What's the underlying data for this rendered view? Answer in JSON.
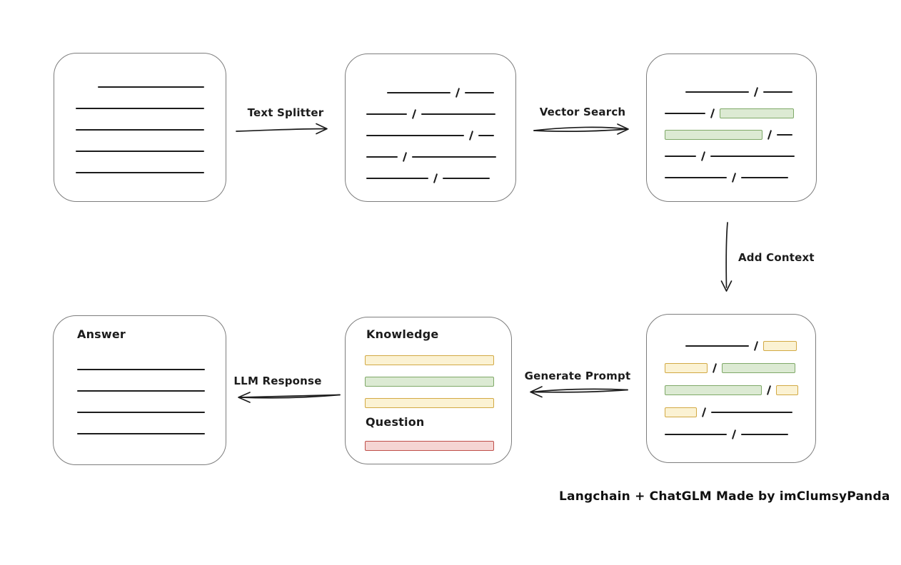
{
  "caption": "Langchain + ChatGLM Made by imClumsyPanda",
  "colors": {
    "ink": "#1c1c1c",
    "box_border": "#7d7d7d",
    "green_fill": "#dcead3",
    "green_border": "#7fa968",
    "yellow_fill": "#fbf2d3",
    "yellow_border": "#d2a944",
    "red_fill": "#f5d5d3",
    "red_border": "#bf504b"
  },
  "arrows": {
    "text_splitter": {
      "label": "Text Splitter",
      "direction": "right"
    },
    "vector_search": {
      "label": "Vector Search",
      "direction": "right"
    },
    "add_context": {
      "label": "Add Context",
      "direction": "down"
    },
    "generate_prompt": {
      "label": "Generate Prompt",
      "direction": "left"
    },
    "llm_response": {
      "label": "LLM Response",
      "direction": "left"
    }
  },
  "nodes": {
    "document": {
      "rows": [
        {
          "indent": 31,
          "segs": [
            {
              "t": "line",
              "w": 149
            }
          ]
        },
        {
          "segs": [
            {
              "t": "line",
              "w": 180
            }
          ]
        },
        {
          "segs": [
            {
              "t": "line",
              "w": 180
            }
          ]
        },
        {
          "segs": [
            {
              "t": "line",
              "w": 180
            }
          ]
        },
        {
          "segs": [
            {
              "t": "line",
              "w": 180
            }
          ]
        }
      ]
    },
    "chunks": {
      "rows": [
        {
          "indent": 29,
          "segs": [
            {
              "t": "line",
              "w": 89
            },
            {
              "t": "line",
              "w": 41
            }
          ]
        },
        {
          "segs": [
            {
              "t": "line",
              "w": 57
            },
            {
              "t": "line",
              "w": 104
            }
          ]
        },
        {
          "segs": [
            {
              "t": "line",
              "w": 137
            },
            {
              "t": "line",
              "w": 22
            }
          ]
        },
        {
          "segs": [
            {
              "t": "line",
              "w": 44
            },
            {
              "t": "line",
              "w": 118
            }
          ]
        },
        {
          "segs": [
            {
              "t": "line",
              "w": 87
            },
            {
              "t": "line",
              "w": 66
            }
          ]
        }
      ]
    },
    "search_results": {
      "rows": [
        {
          "indent": 29,
          "segs": [
            {
              "t": "line",
              "w": 89
            },
            {
              "t": "line",
              "w": 41
            }
          ]
        },
        {
          "segs": [
            {
              "t": "line",
              "w": 57
            },
            {
              "t": "green",
              "w": 104
            }
          ]
        },
        {
          "segs": [
            {
              "t": "green",
              "w": 137
            },
            {
              "t": "line",
              "w": 22
            }
          ]
        },
        {
          "segs": [
            {
              "t": "line",
              "w": 44
            },
            {
              "t": "line",
              "w": 118
            }
          ]
        },
        {
          "segs": [
            {
              "t": "line",
              "w": 87
            },
            {
              "t": "line",
              "w": 66
            }
          ]
        }
      ]
    },
    "context": {
      "rows": [
        {
          "indent": 29,
          "segs": [
            {
              "t": "line",
              "w": 89
            },
            {
              "t": "yellow",
              "w": 47
            }
          ]
        },
        {
          "segs": [
            {
              "t": "yellow",
              "w": 60
            },
            {
              "t": "green",
              "w": 103
            }
          ]
        },
        {
          "segs": [
            {
              "t": "green",
              "w": 136
            },
            {
              "t": "yellow",
              "w": 31
            }
          ]
        },
        {
          "segs": [
            {
              "t": "yellow",
              "w": 45
            },
            {
              "t": "line",
              "w": 114
            }
          ]
        },
        {
          "segs": [
            {
              "t": "line",
              "w": 87
            },
            {
              "t": "line",
              "w": 66
            }
          ]
        }
      ]
    },
    "prompt": {
      "knowledge_label": "Knowledge",
      "question_label": "Question",
      "knowledge_rows": [
        {
          "segs": [
            {
              "t": "yellow",
              "w": 181
            }
          ]
        },
        {
          "segs": [
            {
              "t": "green",
              "w": 181
            }
          ]
        },
        {
          "segs": [
            {
              "t": "yellow",
              "w": 181
            }
          ]
        }
      ],
      "question_rows": [
        {
          "segs": [
            {
              "t": "red",
              "w": 181
            }
          ]
        }
      ]
    },
    "answer": {
      "label": "Answer",
      "rows": [
        {
          "segs": [
            {
              "t": "line",
              "w": 179
            }
          ]
        },
        {
          "segs": [
            {
              "t": "line",
              "w": 179
            }
          ]
        },
        {
          "segs": [
            {
              "t": "line",
              "w": 179
            }
          ]
        },
        {
          "segs": [
            {
              "t": "line",
              "w": 179
            }
          ]
        }
      ]
    }
  }
}
